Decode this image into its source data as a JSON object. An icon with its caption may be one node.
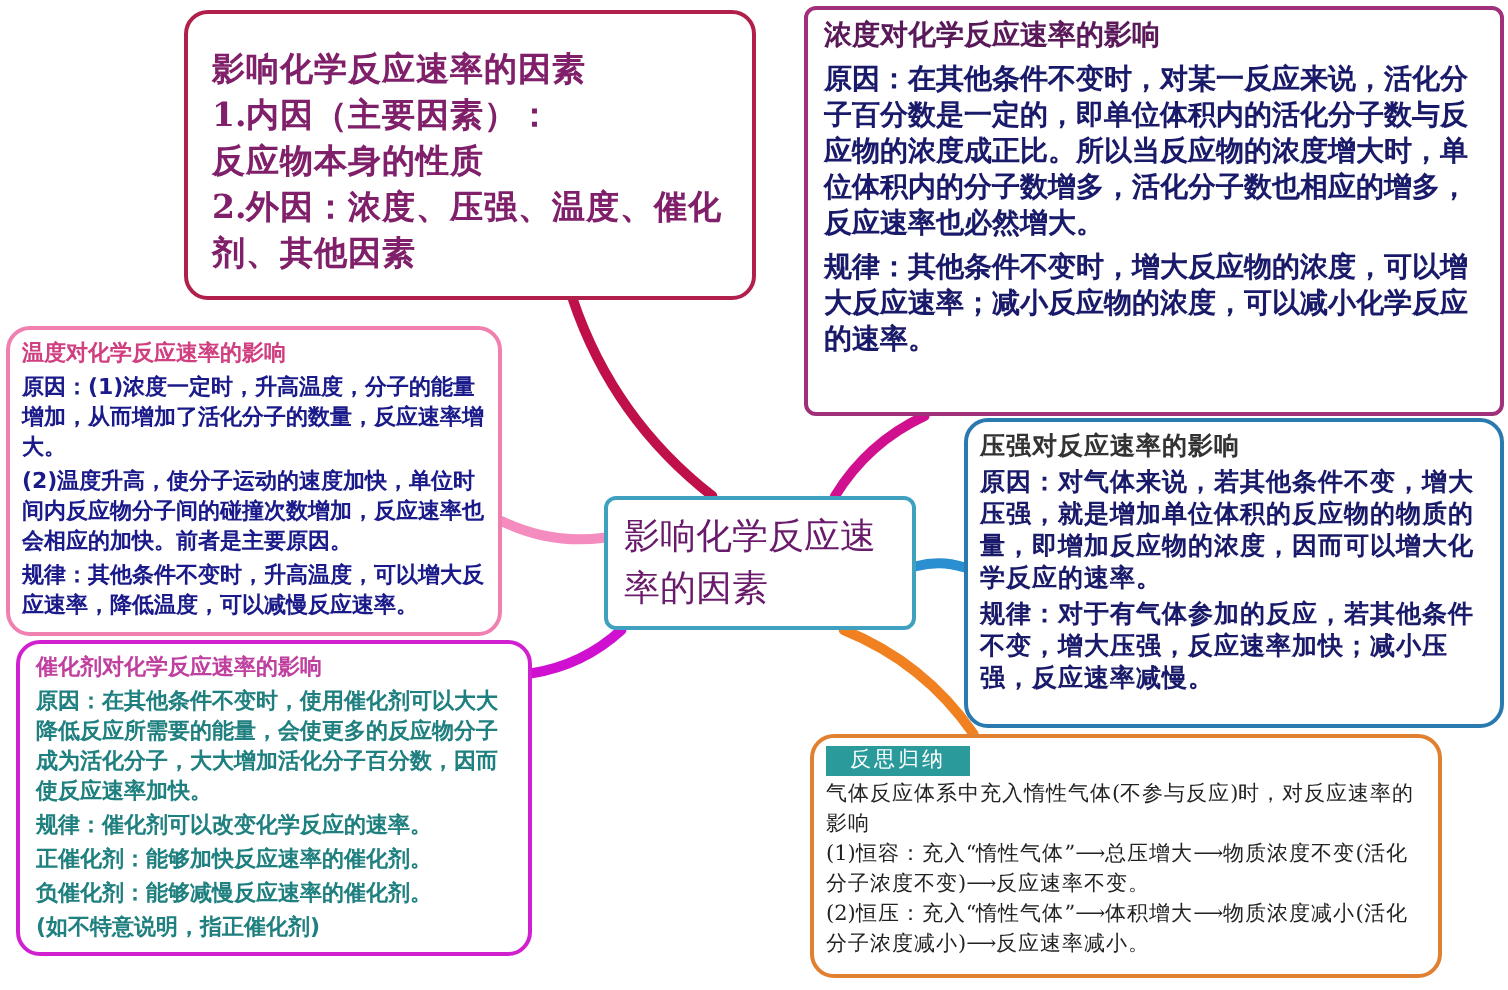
{
  "diagram": {
    "nodes": [
      {
        "text": [
          "影响化学反应速率的因素"
        ]
      },
      {
        "text": [
          "影响化学反应速率的因素",
          "1.内因（主要因素）：",
          "反应物本身的性质",
          "2.外因：浓度、压强、温度、催化剂、其他因素"
        ]
      },
      {
        "text": [
          "浓度对化学反应速率的影响",
          "**原因：**在其他条件不变时，对某一反应来说，活化分子百分数是一定的，即单位体积内的活化分子数与反应物的浓度成正比。所以当反应物的浓度增大时，单位体积内的分子数增多，活化分子数也相应的增多，反应速率也必然增大。",
          "**规律：**其他条件不变时，增大反应物的浓度，可以增大反应速率；减小反应物的浓度，可以减小化学反应的速率。"
        ]
      },
      {
        "text": [
          "温度对化学反应速率的影响",
          "**原因：**(1)浓度一定时，升高温度，分子的能量增加，从而增加了活化分子的数量，反应速率增大。",
          "(2)温度升高，使分子运动的速度加快，单位时间内反应物分子间的碰撞次数增加，反应速率也会相应的加快。前者是主要原因。",
          "**规律：**其他条件不变时，升高温度，可以增大反应速率，降低温度，可以减慢反应速率。"
        ]
      },
      {
        "text": [
          "压强对反应速率的影响",
          "**原因：**对气体来说，若其他条件不变，增大压强，就是增加单位体积的反应物的物质的量，即增加反应物的浓度，因而可以增大化学反应的速率。",
          "**规律：**对于有气体参加的反应，若其他条件不变，增大压强，反应速率加快；减小压强，反应速率减慢。"
        ]
      },
      {
        "text": [
          "催化剂对化学反应速率的影响",
          "**原因：**在其他条件不变时，使用催化剂可以大大降低反应所需要的能量，会使更多的反应物分子成为活化分子，大大增加活化分子百分数，因而使反应速率加快。",
          "**规律：**催化剂可以改变化学反应的速率。",
          "正催化剂：能够加快反应速率的催化剂。",
          "负催化剂：能够减慢反应速率的催化剂。",
          "(如不特意说明，指正催化剂)"
        ]
      },
      {
        "text": [
          "反思归纳",
          "气体反应体系中充入惰性气体(不参与反应)时，对反应速率的影响",
          "(1)恒容：充入“惰性气体”⟶总压增大⟶物质浓度不变(活化分子浓度不变)⟶反应速率不变。",
          "(2)恒压：充入“惰性气体”⟶体积增大⟶物质浓度减小(活化分子浓度减小)⟶反应速率减小。"
        ]
      }
    ],
    "edges": [
      {
        "from": 0,
        "to": 1,
        "arrow": "none",
        "color": "#c0104a"
      },
      {
        "from": 0,
        "to": 2,
        "arrow": "none",
        "color": "#d0108f"
      },
      {
        "from": 0,
        "to": 3,
        "arrow": "none",
        "color": "#f48cc0"
      },
      {
        "from": 0,
        "to": 4,
        "arrow": "none",
        "color": "#2a8fd0"
      },
      {
        "from": 0,
        "to": 5,
        "arrow": "none",
        "color": "#d010d0"
      },
      {
        "from": 0,
        "to": 6,
        "arrow": "none",
        "color": "#f08020"
      }
    ]
  }
}
